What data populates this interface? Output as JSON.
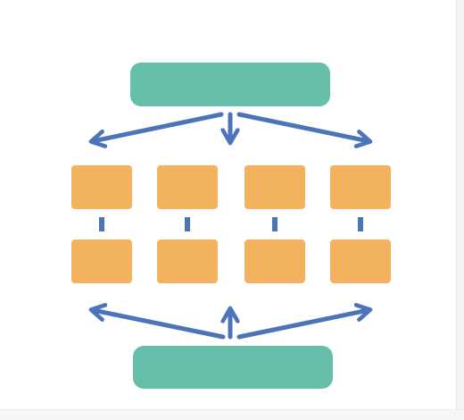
{
  "colors": {
    "background": "#ffffff",
    "bar": "#66bfaa",
    "box": "#f2b25e",
    "arrow": "#4d74b8",
    "connector": "#4d74b8"
  },
  "diagram": {
    "top_bar": {
      "label": ""
    },
    "bottom_bar": {
      "label": ""
    },
    "columns": [
      {
        "top_box": "",
        "bottom_box": ""
      },
      {
        "top_box": "",
        "bottom_box": ""
      },
      {
        "top_box": "",
        "bottom_box": ""
      },
      {
        "top_box": "",
        "bottom_box": ""
      }
    ],
    "top_arrows": [
      "arrow-down-left",
      "arrow-down",
      "arrow-down-right"
    ],
    "bottom_arrows": [
      "arrow-up-left",
      "arrow-up",
      "arrow-up-right"
    ]
  }
}
